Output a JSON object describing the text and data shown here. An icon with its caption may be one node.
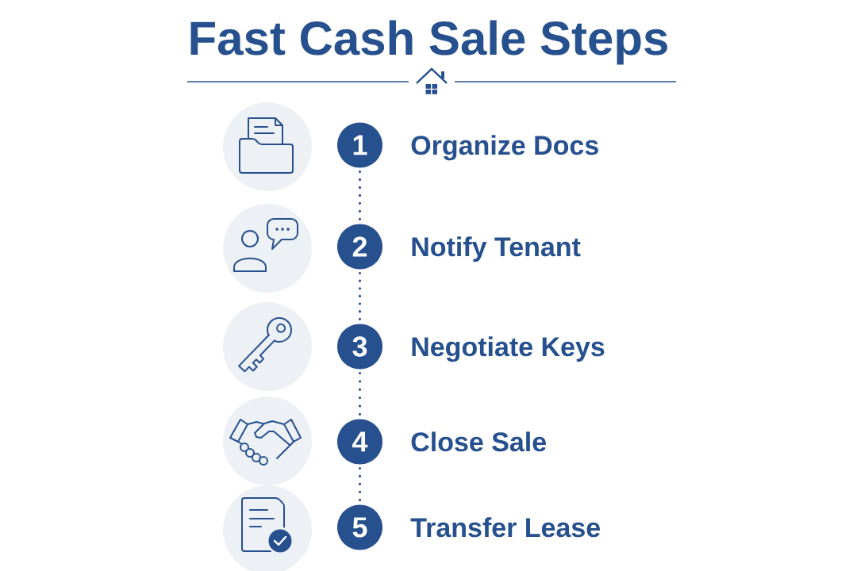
{
  "diagram": {
    "title": "Fast Cash Sale Steps",
    "nodes": [
      {
        "text": [
          "1"
        ],
        "beside": [
          "Organize Docs"
        ]
      },
      {
        "text": [
          "2"
        ],
        "beside": [
          "Notify Tenant"
        ]
      },
      {
        "text": [
          "3"
        ],
        "beside": [
          "Negotiate Keys"
        ]
      },
      {
        "text": [
          "4"
        ],
        "beside": [
          "Close Sale"
        ]
      },
      {
        "text": [
          "5"
        ],
        "beside": [
          "Transfer Lease"
        ]
      }
    ],
    "edges": [
      {
        "from": 0,
        "to": 1,
        "arrow": "none"
      },
      {
        "from": 1,
        "to": 2,
        "arrow": "none"
      },
      {
        "from": 2,
        "to": 3,
        "arrow": "none"
      },
      {
        "from": 3,
        "to": 4,
        "arrow": "none"
      }
    ]
  }
}
